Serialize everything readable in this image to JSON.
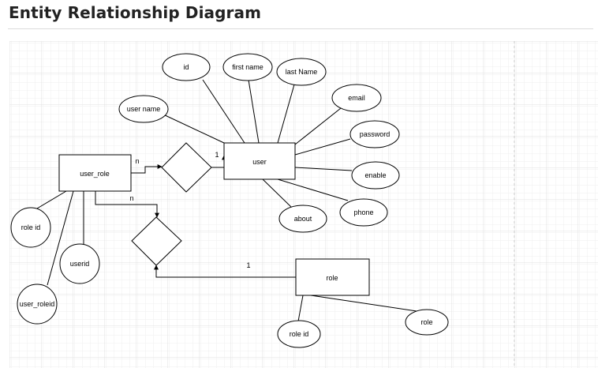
{
  "page": {
    "title": "Entity Relationship Diagram"
  },
  "diagram": {
    "entities": {
      "user": "user",
      "user_role": "user_role",
      "role": "role"
    },
    "user_attributes": {
      "id": "id",
      "first_name": "first name",
      "last_name": "last Name",
      "email": "email",
      "password": "password",
      "enable": "enable",
      "phone": "phone",
      "about": "about",
      "user_name": "user name"
    },
    "user_role_attributes": {
      "role_id": "role id",
      "userid": "userid",
      "user_roleid": "user_roleid"
    },
    "role_attributes": {
      "role_id": "role id",
      "role": "role"
    },
    "cardinalities": {
      "user_role_to_rel1": "n",
      "rel1_to_user": "1",
      "user_role_to_rel2": "n",
      "rel2_to_role": "1"
    }
  },
  "colors": {
    "stroke": "#000000",
    "grid": "#ececec",
    "title": "#222222"
  }
}
